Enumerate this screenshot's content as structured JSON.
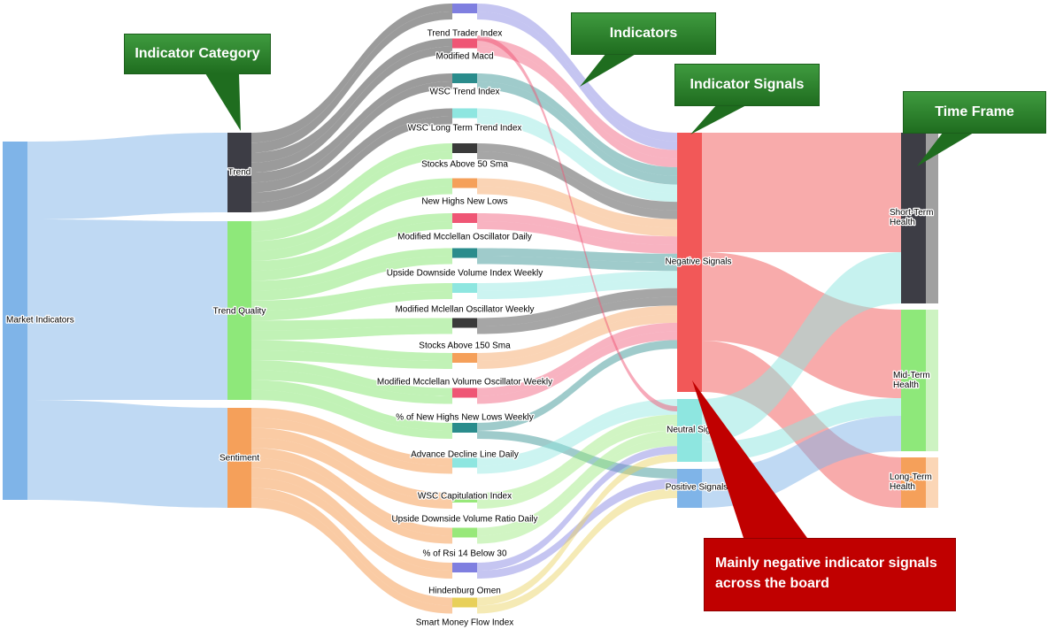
{
  "nodes": {
    "market_indicators": "Market Indicators",
    "trend": "Trend",
    "trend_quality": "Trend Quality",
    "sentiment": "Sentiment",
    "indicators": [
      "Trend Trader Index",
      "Modified Macd",
      "WSC Trend Index",
      "WSC Long Term Trend Index",
      "Stocks Above 50 Sma",
      "New Highs New Lows",
      "Modified Mcclellan Oscillator Daily",
      "Upside Downside Volume Index Weekly",
      "Modified Mclellan Oscillator Weekly",
      "Stocks Above 150 Sma",
      "Modified Mcclellan Volume Oscillator Weekly",
      "% of New Highs New Lows Weekly",
      "Advance Decline Line Daily",
      "WSC Capitulation Index",
      "Upside Downside Volume Ratio Daily",
      "% of Rsi 14 Below 30",
      "Hindenburg Omen",
      "Smart Money Flow Index"
    ],
    "negative_signals": "Negative Signals",
    "neutral_signals": "Neutral Signals",
    "positive_signals": "Positive Signals",
    "short_term": "Short-Term Health",
    "mid_term": "Mid-Term Health",
    "long_term": "Long-Term Health"
  },
  "callouts": {
    "indicator_category": "Indicator Category",
    "indicators": "Indicators",
    "indicator_signals": "Indicator Signals",
    "time_frame": "Time Frame",
    "note": "Mainly negative indicator signals across the board"
  },
  "colors": {
    "indicator_palette": [
      "#7f7fe0",
      "#ef5675",
      "#e8d05a",
      "#2a8c8c",
      "#8ee6e0",
      "#3a3a3a",
      "#f5a05a",
      "#98e87a",
      "#9ec3ec"
    ],
    "market": "#7fb4e8",
    "trend": "#3d3d45",
    "trend_quality": "#8ee87a",
    "sentiment": "#f5a05a",
    "negative": "#f25858",
    "neutral": "#8ee6e0",
    "positive": "#7fb4e8",
    "short_term": "#3d3d45",
    "mid_term": "#8ee87a",
    "long_term": "#f5a05a",
    "callout_green": "#2e7d2e",
    "callout_red": "#c00000"
  }
}
